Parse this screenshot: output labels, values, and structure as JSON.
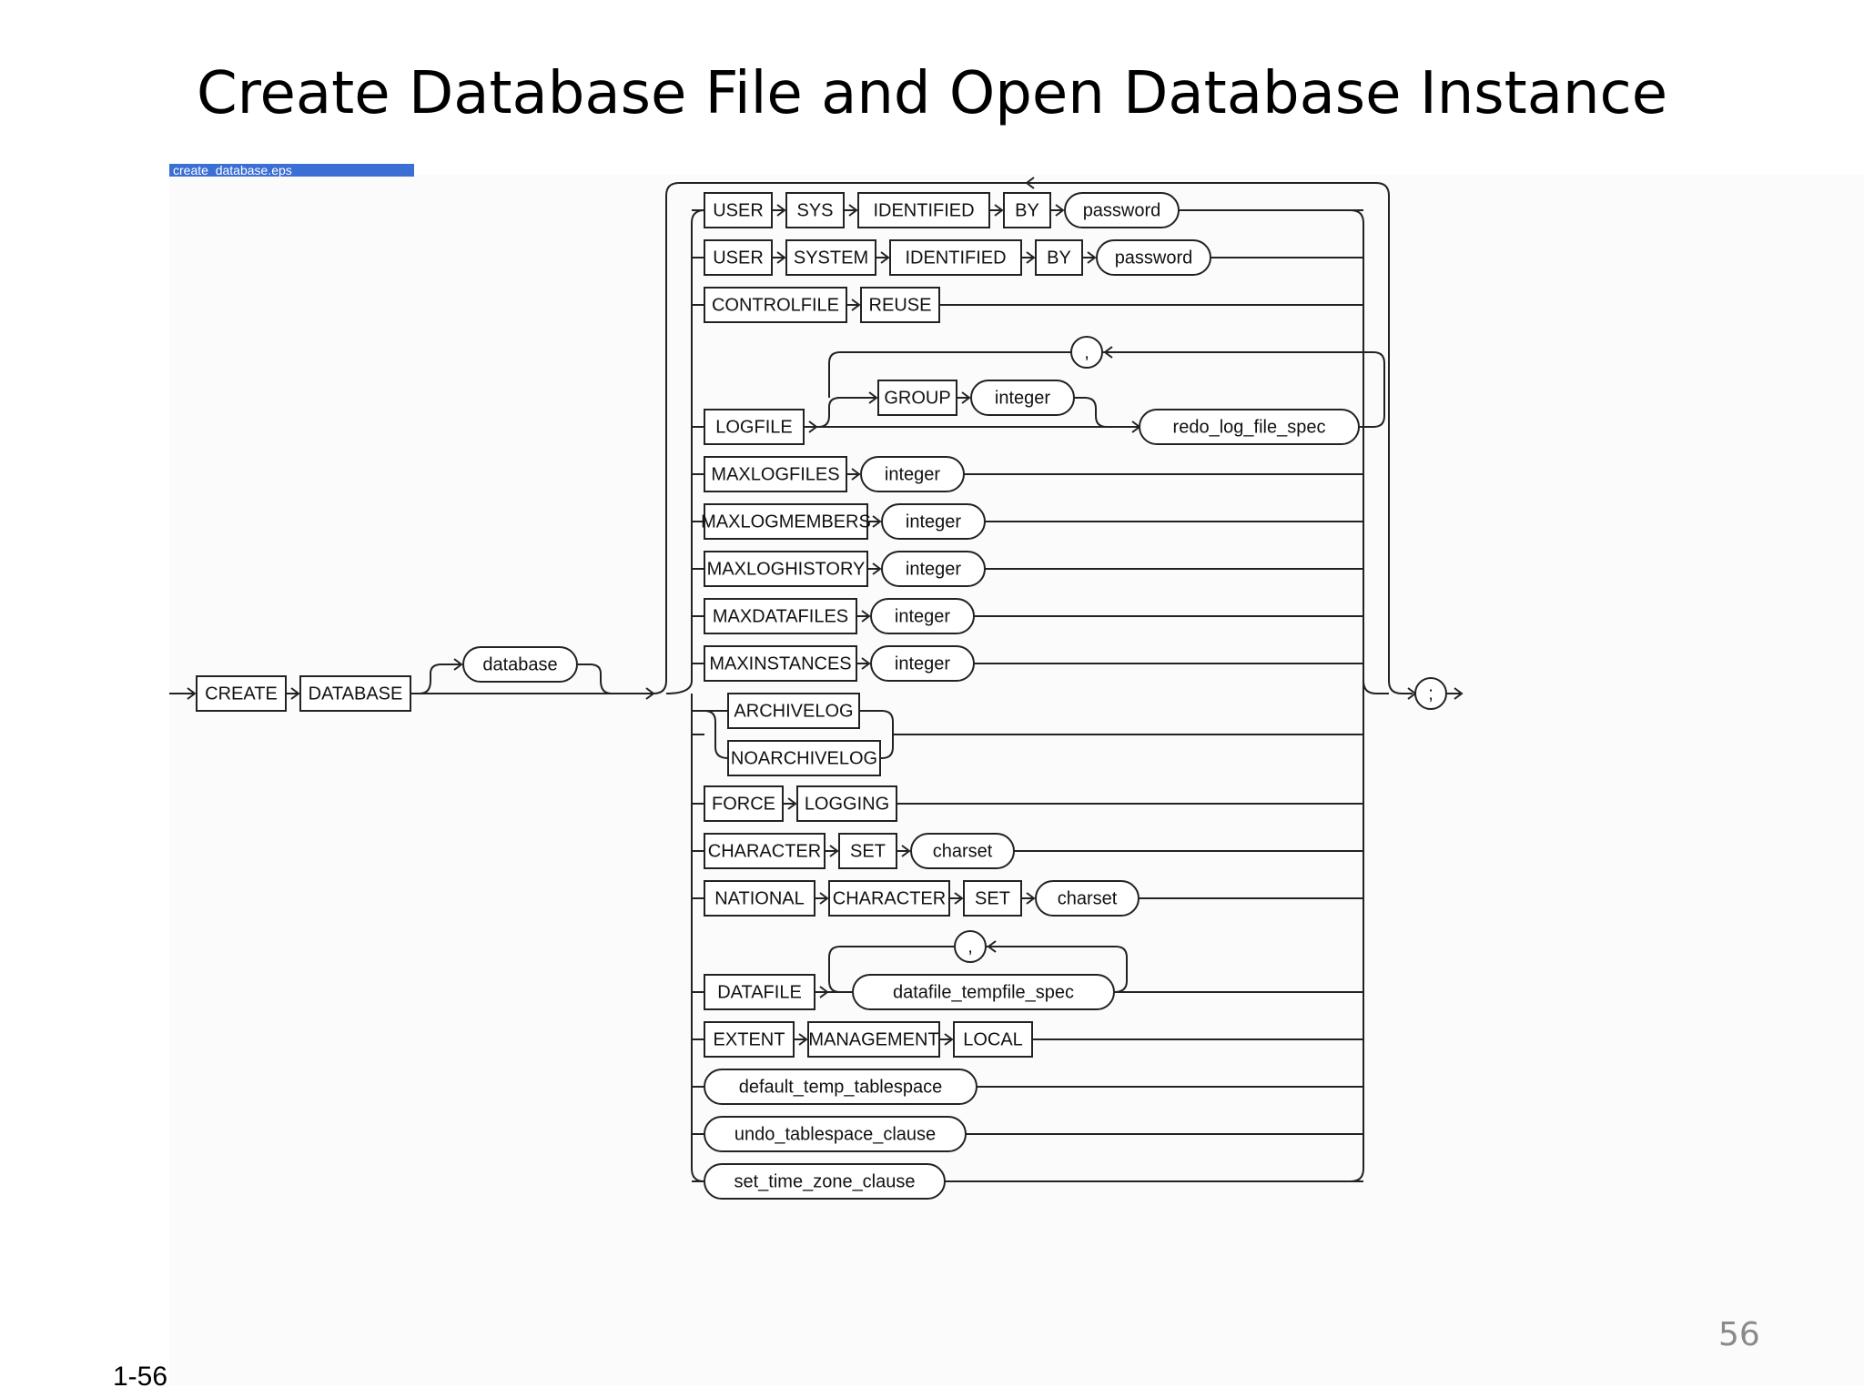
{
  "title": "Create Database File and Open Database Instance",
  "header_strip": "create_database.eps",
  "page_number": "56",
  "slide_label": "1-56",
  "diagram": {
    "lead": [
      {
        "kind": "kw",
        "text": "CREATE"
      },
      {
        "kind": "kw",
        "text": "DATABASE"
      }
    ],
    "optional_name": {
      "kind": "pm",
      "text": "database"
    },
    "clauses": [
      {
        "items": [
          {
            "kind": "kw",
            "text": "USER"
          },
          {
            "kind": "kw",
            "text": "SYS"
          },
          {
            "kind": "kw",
            "text": "IDENTIFIED"
          },
          {
            "kind": "kw",
            "text": "BY"
          },
          {
            "kind": "pm",
            "text": "password"
          }
        ]
      },
      {
        "items": [
          {
            "kind": "kw",
            "text": "USER"
          },
          {
            "kind": "kw",
            "text": "SYSTEM"
          },
          {
            "kind": "kw",
            "text": "IDENTIFIED"
          },
          {
            "kind": "kw",
            "text": "BY"
          },
          {
            "kind": "pm",
            "text": "password"
          }
        ]
      },
      {
        "items": [
          {
            "kind": "kw",
            "text": "CONTROLFILE"
          },
          {
            "kind": "kw",
            "text": "REUSE"
          }
        ]
      },
      {
        "type": "logfile",
        "lead": {
          "kind": "kw",
          "text": "LOGFILE"
        },
        "separator": ",",
        "group": [
          {
            "kind": "kw",
            "text": "GROUP"
          },
          {
            "kind": "pm",
            "text": "integer"
          }
        ],
        "spec": {
          "kind": "pm",
          "text": "redo_log_file_spec"
        }
      },
      {
        "items": [
          {
            "kind": "kw",
            "text": "MAXLOGFILES"
          },
          {
            "kind": "pm",
            "text": "integer"
          }
        ]
      },
      {
        "items": [
          {
            "kind": "kw",
            "text": "MAXLOGMEMBERS"
          },
          {
            "kind": "pm",
            "text": "integer"
          }
        ]
      },
      {
        "items": [
          {
            "kind": "kw",
            "text": "MAXLOGHISTORY"
          },
          {
            "kind": "pm",
            "text": "integer"
          }
        ]
      },
      {
        "items": [
          {
            "kind": "kw",
            "text": "MAXDATAFILES"
          },
          {
            "kind": "pm",
            "text": "integer"
          }
        ]
      },
      {
        "items": [
          {
            "kind": "kw",
            "text": "MAXINSTANCES"
          },
          {
            "kind": "pm",
            "text": "integer"
          }
        ]
      },
      {
        "type": "choice",
        "options": [
          {
            "kind": "kw",
            "text": "ARCHIVELOG"
          },
          {
            "kind": "kw",
            "text": "NOARCHIVELOG"
          }
        ]
      },
      {
        "items": [
          {
            "kind": "kw",
            "text": "FORCE"
          },
          {
            "kind": "kw",
            "text": "LOGGING"
          }
        ]
      },
      {
        "items": [
          {
            "kind": "kw",
            "text": "CHARACTER"
          },
          {
            "kind": "kw",
            "text": "SET"
          },
          {
            "kind": "pm",
            "text": "charset"
          }
        ]
      },
      {
        "items": [
          {
            "kind": "kw",
            "text": "NATIONAL"
          },
          {
            "kind": "kw",
            "text": "CHARACTER"
          },
          {
            "kind": "kw",
            "text": "SET"
          },
          {
            "kind": "pm",
            "text": "charset"
          }
        ]
      },
      {
        "type": "datafile",
        "lead": {
          "kind": "kw",
          "text": "DATAFILE"
        },
        "separator": ",",
        "spec": {
          "kind": "pm",
          "text": "datafile_tempfile_spec"
        }
      },
      {
        "items": [
          {
            "kind": "kw",
            "text": "EXTENT"
          },
          {
            "kind": "kw",
            "text": "MANAGEMENT"
          },
          {
            "kind": "kw",
            "text": "LOCAL"
          }
        ]
      },
      {
        "items": [
          {
            "kind": "pm",
            "text": "default_temp_tablespace"
          }
        ]
      },
      {
        "items": [
          {
            "kind": "pm",
            "text": "undo_tablespace_clause"
          }
        ]
      },
      {
        "items": [
          {
            "kind": "pm",
            "text": "set_time_zone_clause"
          }
        ]
      }
    ],
    "terminator": ";"
  }
}
